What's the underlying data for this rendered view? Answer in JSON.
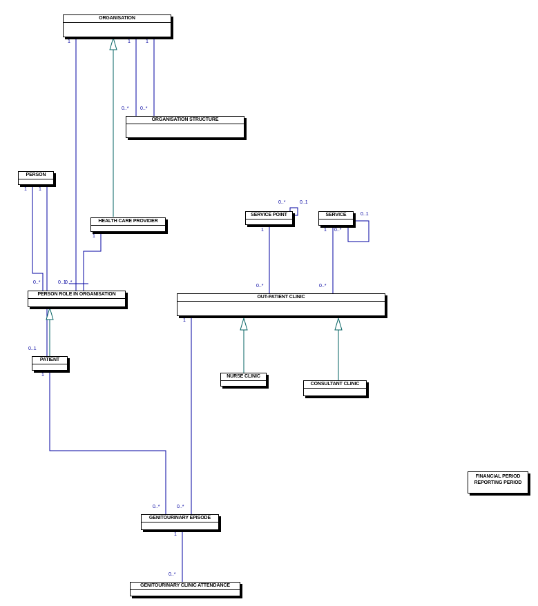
{
  "classes": {
    "organisation": "ORGANISATION",
    "organisation_structure": "ORGANISATION STRUCTURE",
    "person": "PERSON",
    "health_care_provider": "HEALTH CARE PROVIDER",
    "person_role_in_organisation": "PERSON ROLE IN ORGANISATION",
    "patient": "PATIENT",
    "service_point": "SERVICE POINT",
    "service": "SERVICE",
    "out_patient_clinic": "OUT-PATIENT CLINIC",
    "nurse_clinic": "NURSE CLINIC",
    "consultant_clinic": "CONSULTANT CLINIC",
    "genitourinary_episode": "GENITOURINARY EPISODE",
    "genitourinary_clinic_attendance": "GENITOURINARY CLINIC ATTENDANCE",
    "financial_period": "FINANCIAL PERIOD",
    "reporting_period": "REPORTING PERIOD"
  },
  "multiplicities": {
    "org_to_role_org": "1",
    "org_struct_a_org": "1",
    "org_struct_b_org": "1",
    "org_struct_a_struct": "0..*",
    "org_struct_b_struct": "0..*",
    "person_a": "1",
    "person_b": "1",
    "person_role_a": "0..*",
    "role_from_org": "0..1",
    "role_from_hcp": "0..*",
    "hcp_side": "1",
    "patient_to_person": "0..1",
    "patient_to_episode": "1",
    "service_point_self_many": "0..*",
    "service_point_self_one": "0..1",
    "service_self_one": "0..1",
    "service_self_many": "0..*",
    "service_point_to_clinic": "1",
    "clinic_from_service_point": "0..*",
    "service_to_clinic": "1",
    "clinic_from_service": "0..*",
    "clinic_to_episode": "1",
    "episode_from_patient": "0..*",
    "episode_from_clinic": "0..*",
    "episode_to_attendance": "1",
    "attendance_from_episode": "0..*"
  },
  "colors": {
    "association": "#0000a0",
    "generalization": "#006060",
    "box_border": "#000000"
  }
}
